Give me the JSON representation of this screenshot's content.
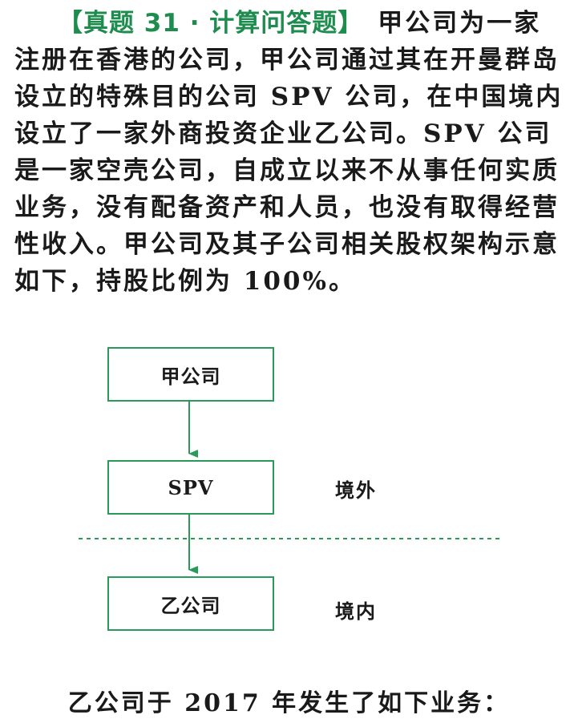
{
  "question": {
    "title": "【真题 31 · 计算问答题】",
    "body": "甲公司为一家注册在香港的公司，甲公司通过其在开曼群岛设立的特殊目的公司 SPV 公司，在中国境内设立了一家外商投资企业乙公司。SPV 公司是一家空壳公司，自成立以来不从事任何实质业务，没有配备资产和人员，也没有取得经营性收入。甲公司及其子公司相关股权架构示意如下，持股比例为 100%。"
  },
  "diagram": {
    "boxes": [
      {
        "id": "jia",
        "label": "甲公司"
      },
      {
        "id": "spv",
        "label": "SPV"
      },
      {
        "id": "yi",
        "label": "乙公司"
      }
    ],
    "labels": {
      "overseas": "境外",
      "domestic": "境内"
    },
    "colors": {
      "line": "#2a9a5a",
      "title": "#1e8c4e"
    }
  },
  "footer": {
    "text": "乙公司于 2017 年发生了如下业务："
  }
}
